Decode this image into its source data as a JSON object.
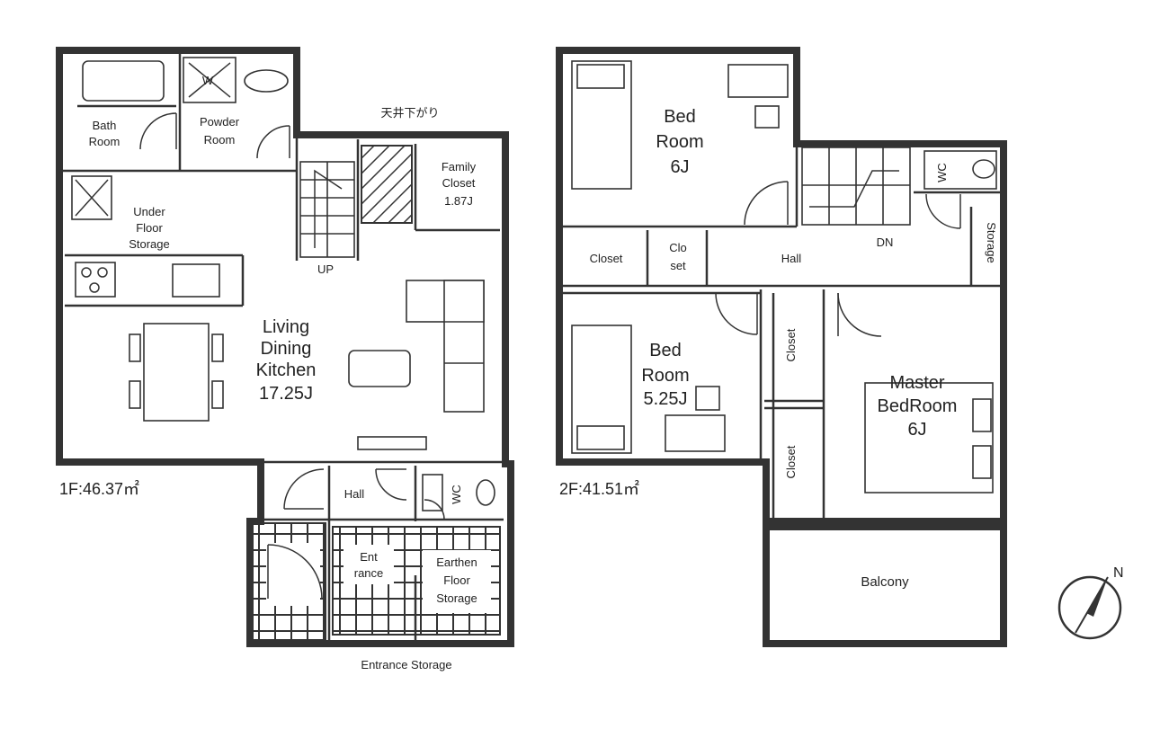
{
  "floor1": {
    "area_label": "1F:46.37㎡",
    "rooms": {
      "bath": [
        "Bath",
        "Room"
      ],
      "powder": [
        "Powder",
        "Room"
      ],
      "ceiling_note": "天井下がり",
      "family_closet": [
        "Family",
        "Closet",
        "1.87J"
      ],
      "under_floor": [
        "Under",
        "Floor",
        "Storage"
      ],
      "up": "UP",
      "ldk": [
        "Living",
        "Dining",
        "Kitchen",
        "17.25J"
      ],
      "hall": "Hall",
      "wc": "WC",
      "entrance": [
        "Ent",
        "rance"
      ],
      "earthen": [
        "Earthen",
        "Floor",
        "Storage"
      ],
      "entrance_storage": "Entrance Storage",
      "washer": "W"
    }
  },
  "floor2": {
    "area_label": "2F:41.51㎡",
    "rooms": {
      "bed1": [
        "Bed",
        "Room",
        "6J"
      ],
      "closet_a": "Closet",
      "closet_b": [
        "Clo",
        "set"
      ],
      "hall": "Hall",
      "dn": "DN",
      "storage": "Storage",
      "wc": "WC",
      "bed2": [
        "Bed",
        "Room",
        "5.25J"
      ],
      "closet_c": "Closet",
      "closet_d": "Closet",
      "master": [
        "Master",
        "BedRoom",
        "6J"
      ],
      "balcony": "Balcony"
    }
  },
  "compass": {
    "label": "N"
  }
}
